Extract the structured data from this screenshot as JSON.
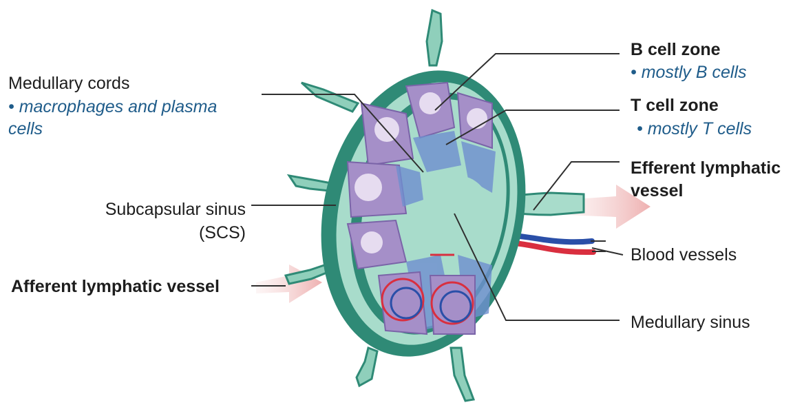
{
  "labels": {
    "medullary_cords": "Medullary cords",
    "medullary_cords_desc_1": "• macrophages and plasma",
    "medullary_cords_desc_2": "cells",
    "b_cell_zone": "B cell zone",
    "b_cell_desc": "• mostly B cells",
    "t_cell_zone": "T cell zone",
    "t_cell_desc": "• mostly T cells",
    "efferent_1": "Efferent lymphatic",
    "efferent_2": "vessel",
    "subcapsular_1": "Subcapsular sinus",
    "subcapsular_2": "(SCS)",
    "blood_vessels": "Blood vessels",
    "afferent": "Afferent lymphatic vessel",
    "medullary_sinus": "Medullary sinus"
  },
  "colors": {
    "capsule": "#2f8a76",
    "capsule_dark": "#1f6b5a",
    "sinus": "#a8dccb",
    "follicle": "#a58fc8",
    "follicle_center": "#e6dcf0",
    "t_zone": "#6f8fcf",
    "artery": "#d92f3f",
    "vein": "#2a4fa8",
    "flow_arrow": "#f2c4c4",
    "text_blue": "#1f5c8a"
  }
}
